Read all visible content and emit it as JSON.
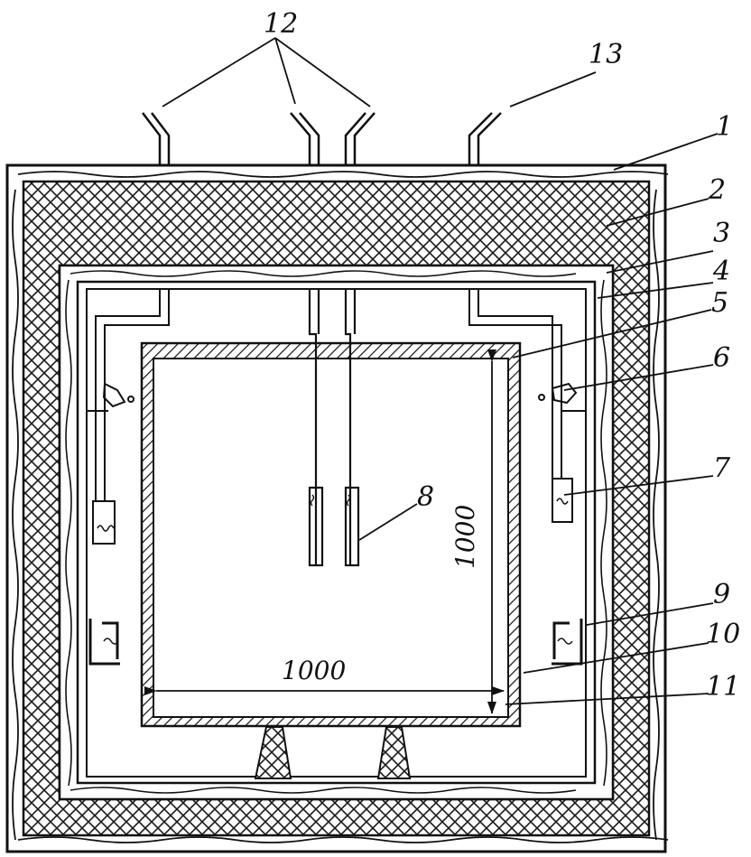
{
  "diagram": {
    "labels": {
      "l1": "1",
      "l2": "2",
      "l3": "3",
      "l4": "4",
      "l5": "5",
      "l6": "6",
      "l7": "7",
      "l8": "8",
      "l9": "9",
      "l10": "10",
      "l11": "11",
      "l12": "12",
      "l13": "13"
    },
    "dimensions": {
      "width": "1000",
      "height": "1000"
    }
  }
}
